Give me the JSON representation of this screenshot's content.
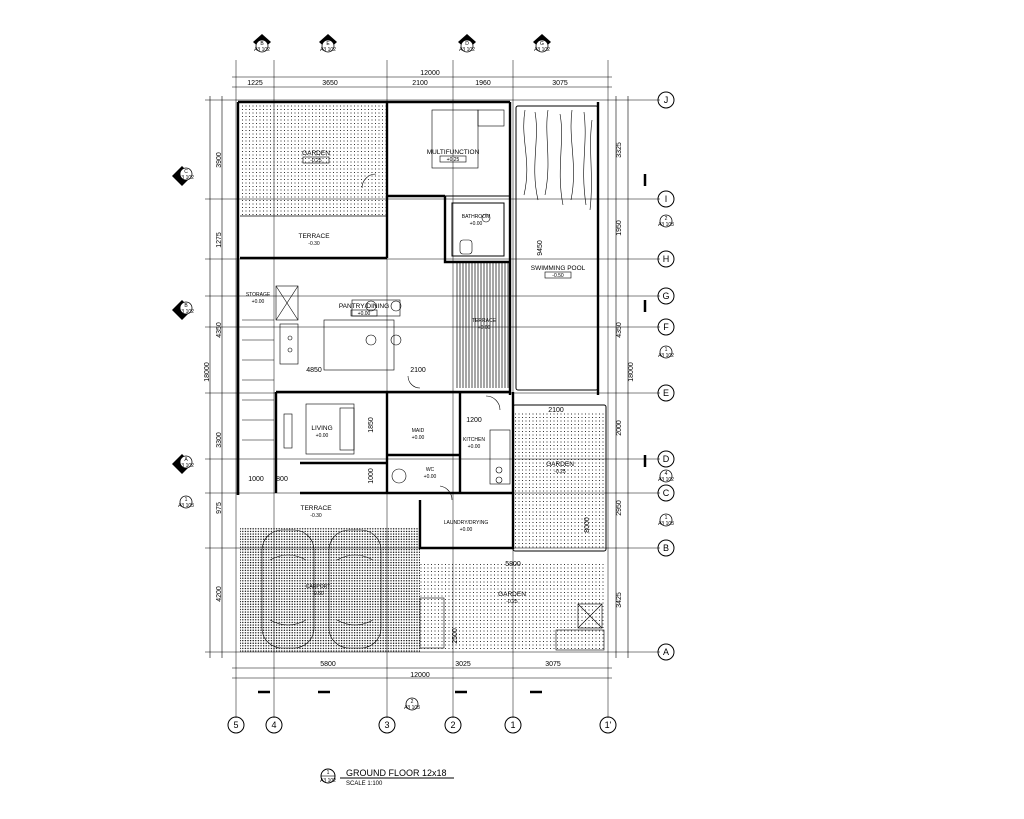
{
  "drawing": {
    "title": "GROUND FLOOR 12x18",
    "scale": "SCALE 1:100",
    "title_tag": {
      "num": "1",
      "sheet": "A3 102"
    }
  },
  "dims": {
    "top_total": "12000",
    "top_segments": [
      "1225",
      "3650",
      "2100",
      "1960",
      "3075"
    ],
    "bottom_total": "12000",
    "bottom_segments": [
      "5800",
      "3025",
      "3075"
    ],
    "left_total": "18000",
    "left_segments": [
      "3900",
      "1275",
      "4350",
      "3300",
      "975",
      "4200"
    ],
    "right_total": "18000",
    "right_segments": [
      "3325",
      "1950",
      "4350",
      "2000",
      "2950",
      "3425"
    ],
    "interior": [
      "4850",
      "2100",
      "1200",
      "2100",
      "1850",
      "1000",
      "800",
      "1000",
      "5800",
      "9450",
      "2500",
      "8000"
    ]
  },
  "grid_rows": [
    "J",
    "I",
    "H",
    "G",
    "F",
    "E",
    "D",
    "C",
    "B",
    "A"
  ],
  "grid_cols": [
    "5",
    "4",
    "3",
    "2",
    "1",
    "1'"
  ],
  "section_tags_top": [
    {
      "letter": "B",
      "sheet": "A3 102"
    },
    {
      "letter": "E",
      "sheet": "A3 102"
    },
    {
      "letter": "D",
      "sheet": "A3 102"
    },
    {
      "letter": "G",
      "sheet": "A3 102"
    }
  ],
  "section_tags_left": [
    {
      "letter": "C",
      "sheet": "A3 102"
    },
    {
      "letter": "B",
      "sheet": "A3 102"
    },
    {
      "letter": "A",
      "sheet": "A3 102"
    },
    {
      "letter": "1",
      "sheet": "A3 103"
    }
  ],
  "section_tags_right": [
    {
      "letter": "2",
      "sheet": "A3 103"
    },
    {
      "letter": "1",
      "sheet": "A3 102"
    },
    {
      "letter": "4",
      "sheet": "A3 102"
    },
    {
      "letter": "1",
      "sheet": "A3 103"
    }
  ],
  "section_tag_bottom": {
    "letter": "2",
    "sheet": "A3 103"
  },
  "rooms": {
    "garden_top": {
      "name": "GARDEN",
      "level": "-0.25"
    },
    "multifunction": {
      "name": "MULTIFUNCTION",
      "level": "+0.25"
    },
    "terrace_top": {
      "name": "TERRACE",
      "level": "-0.30"
    },
    "bathroom": {
      "name": "BATHROOM",
      "level": "+0.00"
    },
    "swimming_pool": {
      "name": "SWIMMING POOL",
      "level": "-0.50"
    },
    "storage": {
      "name": "STORAGE",
      "level": "+0.00"
    },
    "pantry_dining": {
      "name": "PANTRY/DINING",
      "level": "+0.00"
    },
    "terrace_mid": {
      "name": "TERRACE",
      "level": "+0.00"
    },
    "living": {
      "name": "LIVING",
      "level": "+0.00"
    },
    "maid": {
      "name": "MAID",
      "level": "+0.00"
    },
    "kitchen": {
      "name": "KITCHEN",
      "level": "+0.00"
    },
    "wc": {
      "name": "WC",
      "level": "+0.00"
    },
    "garden_right": {
      "name": "GARDEN",
      "level": "-0.25"
    },
    "terrace_front": {
      "name": "TERRACE",
      "level": "-0.30"
    },
    "laundry": {
      "name": "LAUNDRY/DRYING",
      "level": "+0.00"
    },
    "carport": {
      "name": "CARPORT",
      "level": "-0.50"
    },
    "garden_front": {
      "name": "GARDEN",
      "level": "-0.25"
    }
  }
}
